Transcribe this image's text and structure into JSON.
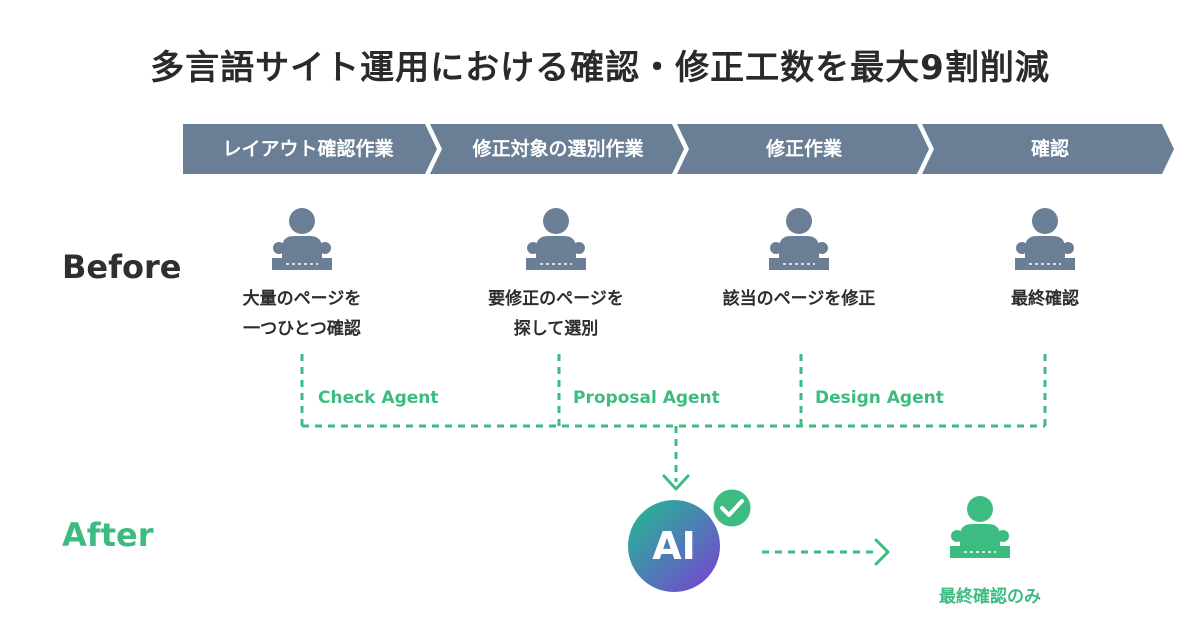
{
  "title": "多言語サイト運用における確認・修正工数を最大9割削減",
  "labels": {
    "before": "Before",
    "after": "After"
  },
  "steps": [
    {
      "label": "レイアウト確認作業"
    },
    {
      "label": "修正対象の選別作業"
    },
    {
      "label": "修正作業"
    },
    {
      "label": "確認"
    }
  ],
  "before_tasks": [
    {
      "line1": "大量のページを",
      "line2": "一つひとつ確認"
    },
    {
      "line1": "要修正のページを",
      "line2": "探して選別"
    },
    {
      "line1": "該当のページを修正",
      "line2": ""
    },
    {
      "line1": "最終確認",
      "line2": ""
    }
  ],
  "agents": [
    {
      "label": "Check Agent"
    },
    {
      "label": "Proposal Agent"
    },
    {
      "label": "Design Agent"
    }
  ],
  "ai": {
    "label": "AI"
  },
  "after_task": {
    "label": "最終確認のみ"
  },
  "colors": {
    "step_fill": "#6a7f96",
    "person": "#6a7f96",
    "accent_green": "#3dbc82",
    "ai_gradient_start": "#1fbf8f",
    "ai_gradient_end": "#7a3fd6"
  },
  "icons": {
    "worker": "person-at-desk-icon",
    "check": "check-circle-icon",
    "arrow": "arrow-icon"
  }
}
